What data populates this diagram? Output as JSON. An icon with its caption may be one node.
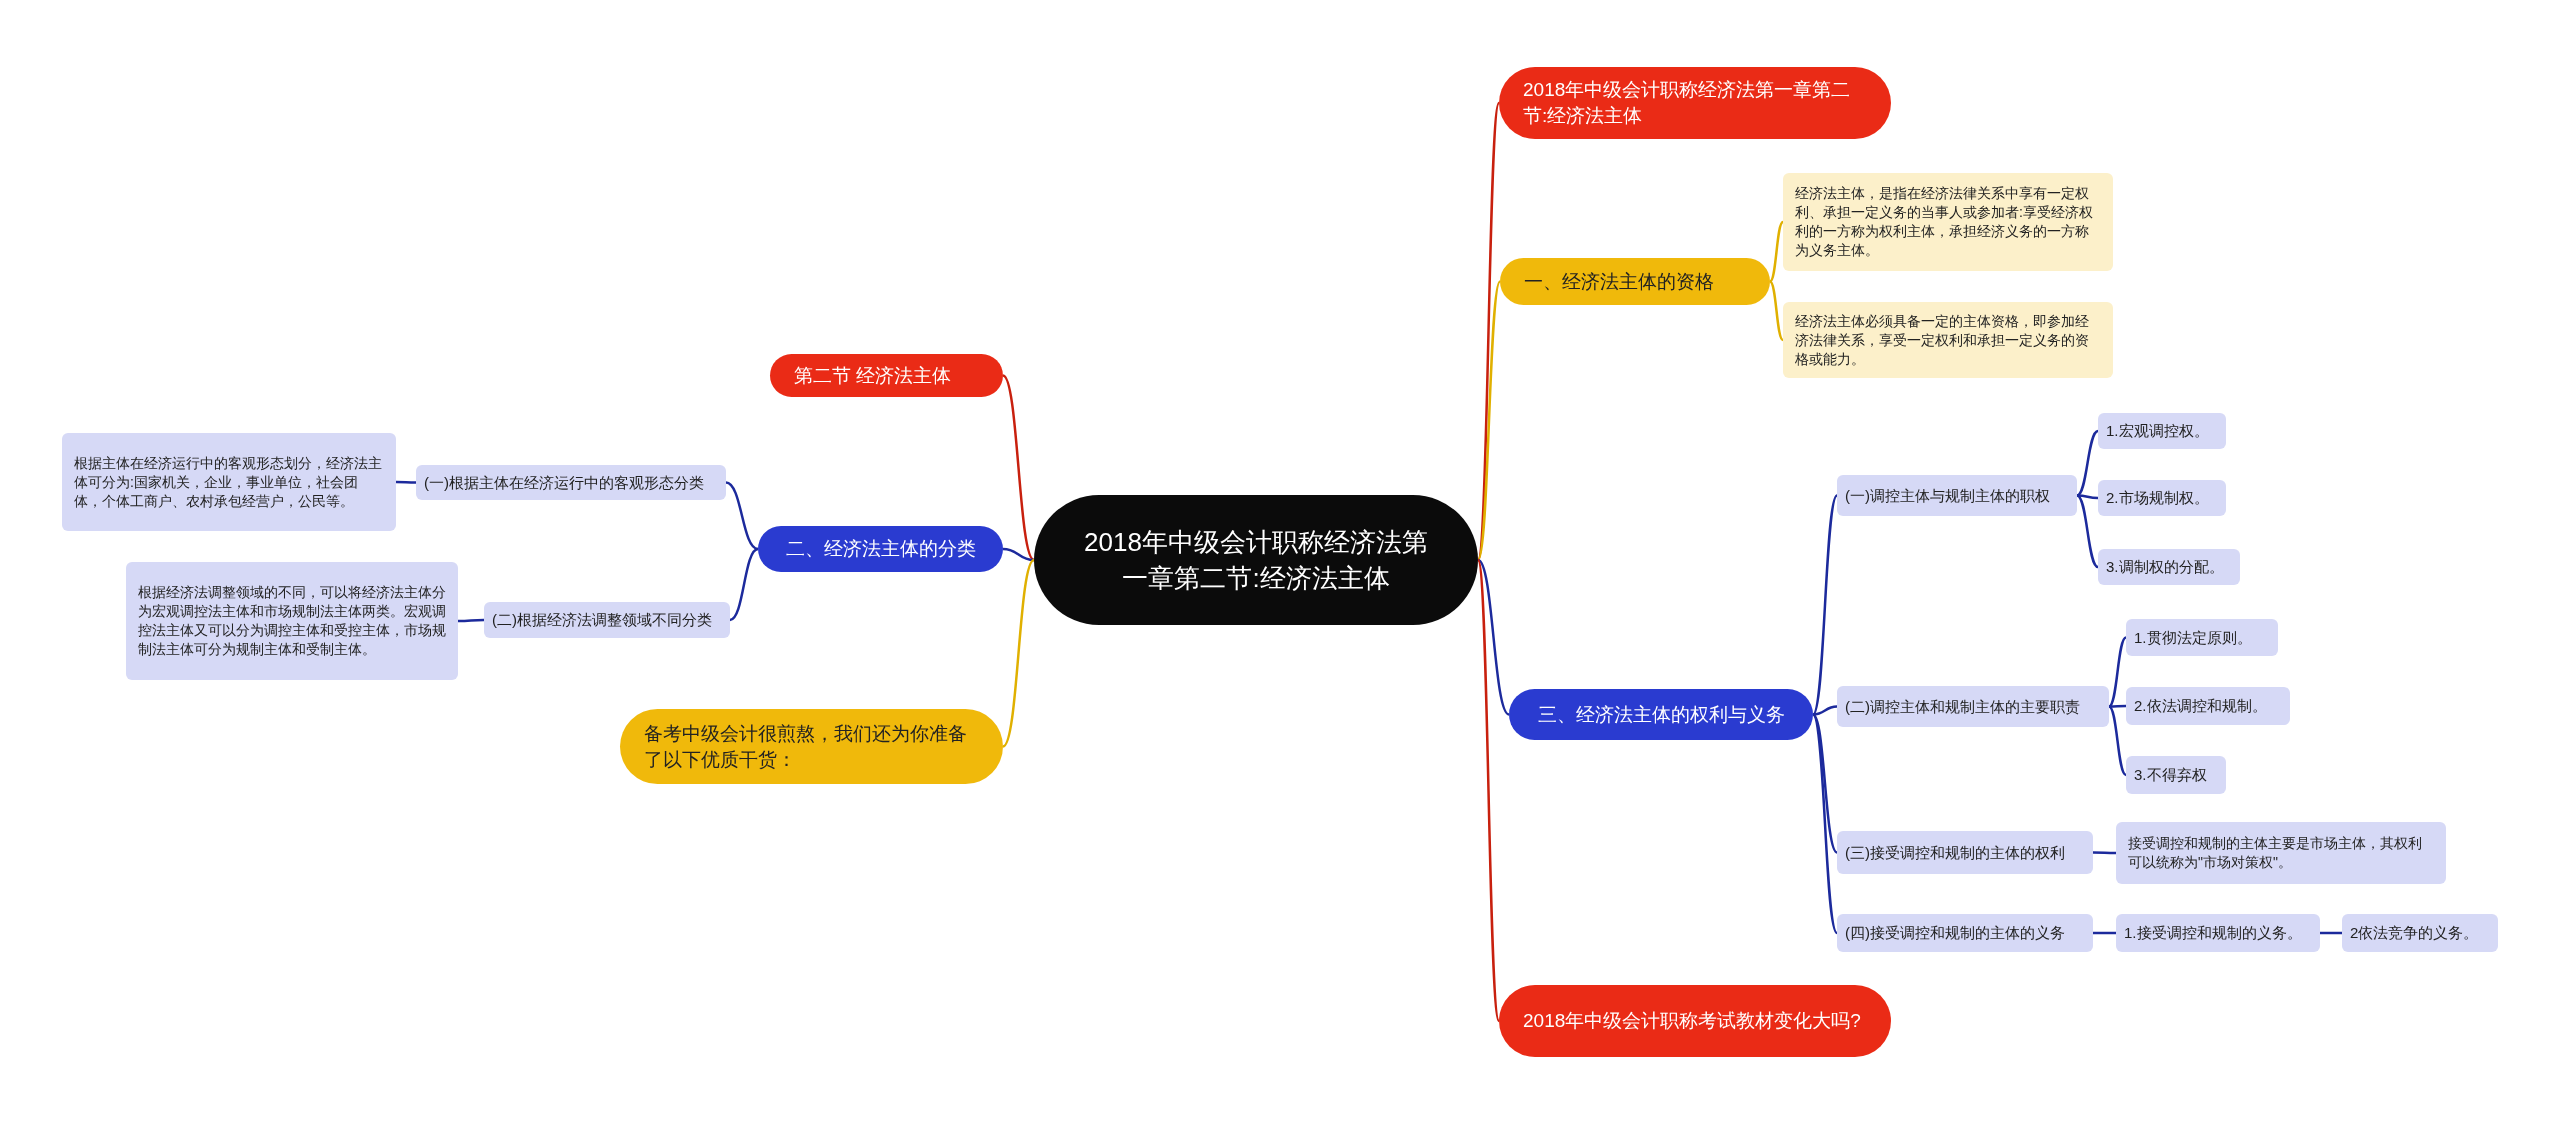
{
  "diagram": {
    "nodes": [
      {
        "text": [
          "2018年中级会计职称经济法第一章第二节:经济法主体"
        ]
      },
      {
        "text": [
          "2018年中级会计职称经济法第一章第二节:经济法主体"
        ]
      },
      {
        "text": [
          "一、经济法主体的资格"
        ]
      },
      {
        "text": [
          "经济法主体，是指在经济法律关系中享有一定权利、承担一定义务的当事人或参加者:享受经济权利的一方称为权利主体，承担经济义务的一方称为义务主体。"
        ]
      },
      {
        "text": [
          "经济法主体必须具备一定的主体资格，即参加经济法律关系，享受一定权利和承担一定义务的资格或能力。"
        ]
      },
      {
        "text": [
          "三、经济法主体的权利与义务"
        ]
      },
      {
        "text": [
          "(一)调控主体与规制主体的职权"
        ]
      },
      {
        "text": [
          "1.宏观调控权。"
        ]
      },
      {
        "text": [
          "2.市场规制权。"
        ]
      },
      {
        "text": [
          "3.调制权的分配。"
        ]
      },
      {
        "text": [
          "(二)调控主体和规制主体的主要职责"
        ]
      },
      {
        "text": [
          "1.贯彻法定原则。"
        ]
      },
      {
        "text": [
          "2.依法调控和规制。"
        ]
      },
      {
        "text": [
          "3.不得弃权"
        ]
      },
      {
        "text": [
          "(三)接受调控和规制的主体的权利"
        ]
      },
      {
        "text": [
          "接受调控和规制的主体主要是市场主体，其权利可以统称为\"市场对策权\"。"
        ]
      },
      {
        "text": [
          "(四)接受调控和规制的主体的义务"
        ]
      },
      {
        "text": [
          "1.接受调控和规制的义务。"
        ]
      },
      {
        "text": [
          "2依法竞争的义务。"
        ]
      },
      {
        "text": [
          "2018年中级会计职称考试教材变化大吗?"
        ]
      },
      {
        "text": [
          "第二节 经济法主体"
        ]
      },
      {
        "text": [
          "二、经济法主体的分类"
        ]
      },
      {
        "text": [
          "(一)根据主体在经济运行中的客观形态分类"
        ]
      },
      {
        "text": [
          "根据主体在经济运行中的客观形态划分，经济法主体可分为:国家机关，企业，事业单位，社会团体，个体工商户、农村承包经营户，公民等。"
        ]
      },
      {
        "text": [
          "(二)根据经济法调整领域不同分类"
        ]
      },
      {
        "text": [
          "根据经济法调整领域的不同，可以将经济法主体分为宏观调控法主体和市场规制法主体两类。宏观调控法主体又可以分为调控主体和受控主体，市场规制法主体可分为规制主体和受制主体。"
        ]
      },
      {
        "text": [
          "备考中级会计很煎熬，我们还为你准备了以下优质干货："
        ]
      }
    ],
    "edges": [
      {
        "from": 0,
        "to": 1,
        "arrow": "none",
        "color": "#c8200e"
      },
      {
        "from": 0,
        "to": 2,
        "arrow": "none",
        "color": "#e0b000"
      },
      {
        "from": 2,
        "to": 3,
        "arrow": "none",
        "color": "#e0b000"
      },
      {
        "from": 2,
        "to": 4,
        "arrow": "none",
        "color": "#e0b000"
      },
      {
        "from": 0,
        "to": 5,
        "arrow": "none"
      },
      {
        "from": 5,
        "to": 6,
        "arrow": "none"
      },
      {
        "from": 6,
        "to": 7,
        "arrow": "none"
      },
      {
        "from": 6,
        "to": 8,
        "arrow": "none"
      },
      {
        "from": 6,
        "to": 9,
        "arrow": "none"
      },
      {
        "from": 5,
        "to": 10,
        "arrow": "none"
      },
      {
        "from": 10,
        "to": 11,
        "arrow": "none"
      },
      {
        "from": 10,
        "to": 12,
        "arrow": "none"
      },
      {
        "from": 10,
        "to": 13,
        "arrow": "none"
      },
      {
        "from": 5,
        "to": 14,
        "arrow": "none"
      },
      {
        "from": 14,
        "to": 15,
        "arrow": "none"
      },
      {
        "from": 5,
        "to": 16,
        "arrow": "none"
      },
      {
        "from": 16,
        "to": 17,
        "arrow": "none"
      },
      {
        "from": 17,
        "to": 18,
        "arrow": "none"
      },
      {
        "from": 0,
        "to": 19,
        "arrow": "none",
        "color": "#c8200e"
      },
      {
        "from": 0,
        "to": 20,
        "arrow": "none",
        "color": "#c8200e"
      },
      {
        "from": 0,
        "to": 21,
        "arrow": "none"
      },
      {
        "from": 21,
        "to": 22,
        "arrow": "none"
      },
      {
        "from": 22,
        "to": 23,
        "arrow": "none"
      },
      {
        "from": 21,
        "to": 24,
        "arrow": "none"
      },
      {
        "from": 24,
        "to": 25,
        "arrow": "none"
      },
      {
        "from": 0,
        "to": 26,
        "arrow": "none",
        "color": "#e0b000"
      }
    ]
  }
}
